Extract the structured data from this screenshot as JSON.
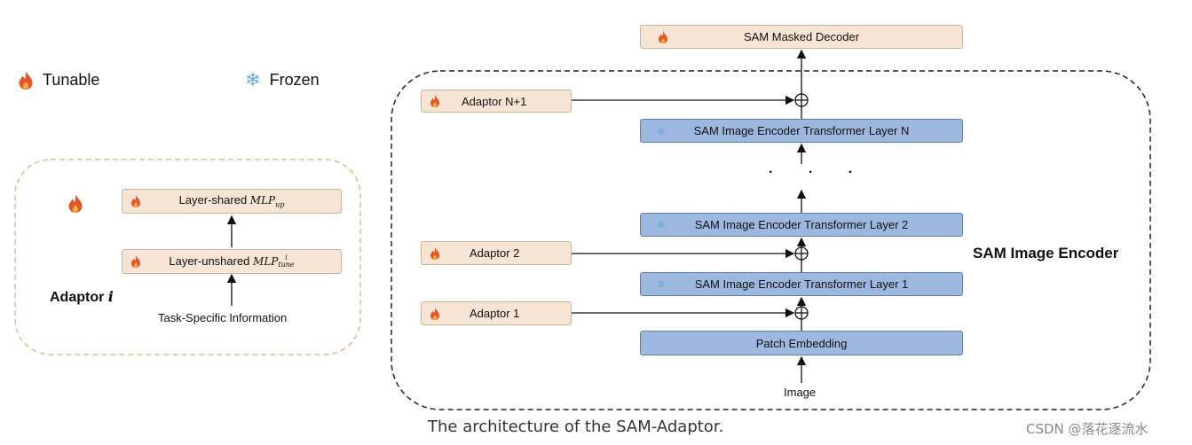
{
  "legend": {
    "tunable": "Tunable",
    "frozen": "Frozen"
  },
  "adaptor_detail": {
    "title": "Adaptor",
    "title_var": "i",
    "mlp_up_prefix": "Layer-shared ",
    "mlp_up_math": "MLP",
    "mlp_up_sub": "up",
    "mlp_tune_prefix": "Layer-unshared ",
    "mlp_tune_math": "MLP",
    "mlp_tune_sup": "i",
    "mlp_tune_sub": "tune",
    "input": "Task-Specific Information"
  },
  "encoder": {
    "title": "SAM Image Encoder",
    "decoder": "SAM Masked Decoder",
    "adaptor_n1": "Adaptor N+1",
    "adaptor_2": "Adaptor 2",
    "adaptor_1": "Adaptor 1",
    "layer_n": "SAM Image Encoder Transformer Layer N",
    "layer_2": "SAM Image Encoder Transformer Layer 2",
    "layer_1": "SAM Image Encoder Transformer Layer 1",
    "patch": "Patch Embedding",
    "input": "Image",
    "ellipsis": ". . ."
  },
  "caption": "The architecture of the SAM-Adaptor.",
  "watermark": "CSDN @落花逐流水",
  "colors": {
    "tunable_fill": "#f6e4d4",
    "frozen_fill": "#9db8de",
    "fire": "#e8542a",
    "snow": "#6fa7d8"
  },
  "icons": {
    "tunable": "fire-icon",
    "frozen": "snowflake-icon"
  }
}
